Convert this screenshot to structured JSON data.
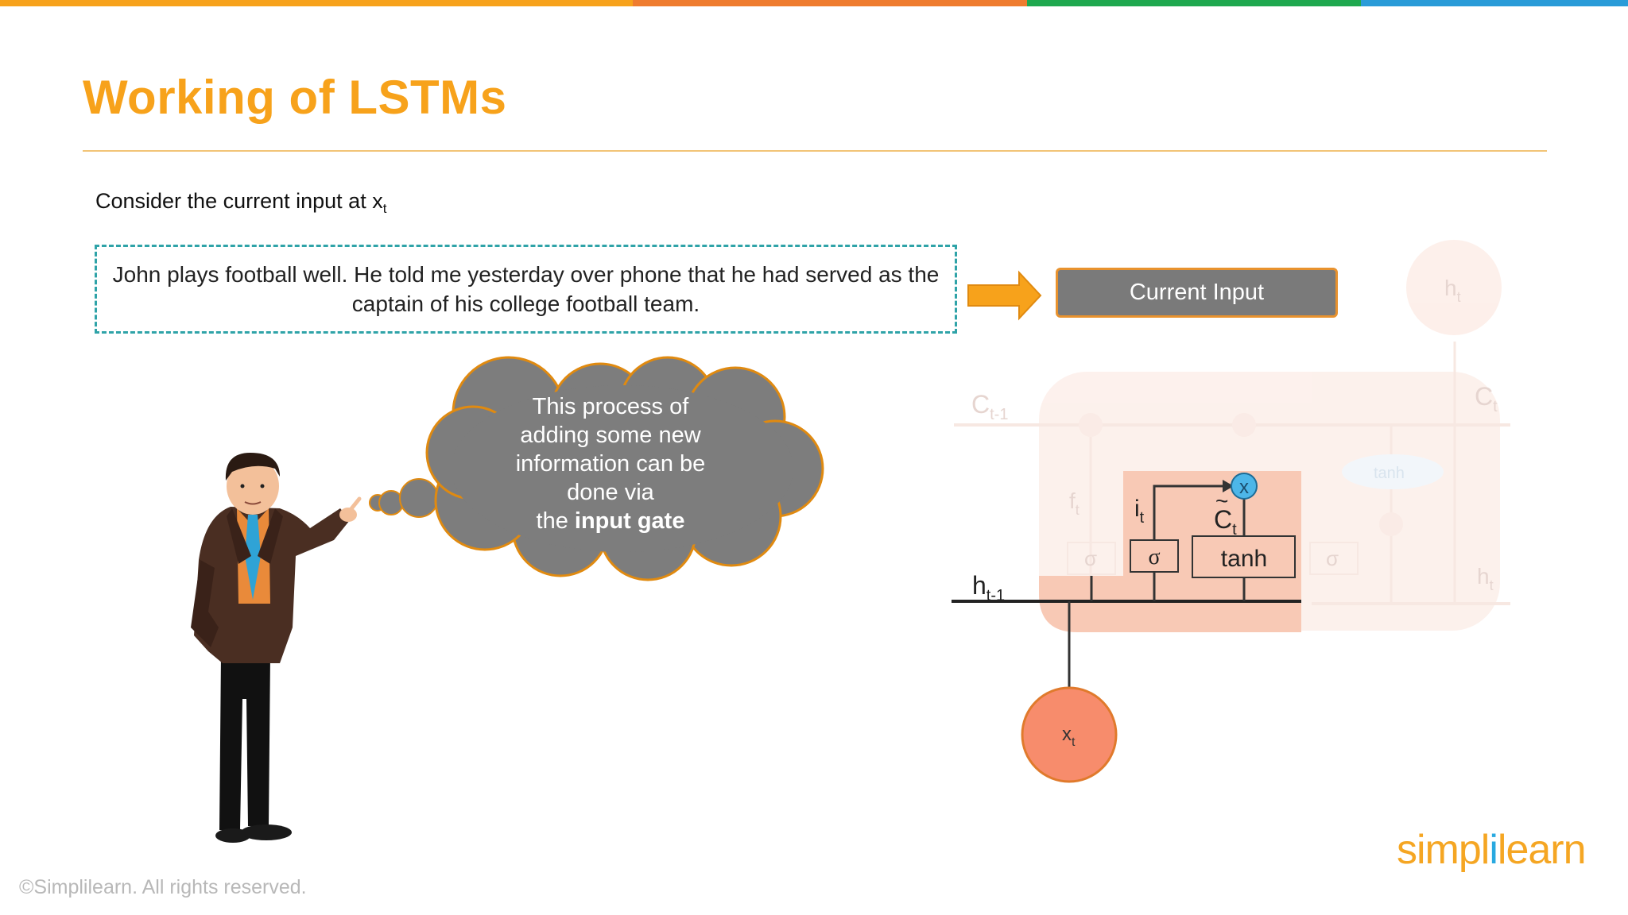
{
  "colors": {
    "title": "#F7A21B",
    "bar_orange": "#F7A21B",
    "bar_red": "#EF7C2F",
    "bar_green": "#1FA84F",
    "bar_blue": "#2A9BD8",
    "cloud": "#7D7D7D",
    "cell_highlight": "#F8C9B5",
    "input_node": "#F78C6C"
  },
  "slide": {
    "title": "Working of LSTMs",
    "intro": "Consider the current input at x",
    "intro_sub": "t",
    "sentence": "John plays football well. He told me yesterday over phone that he had served as the captain of his college football team.",
    "current_input_label": "Current Input"
  },
  "thought": {
    "line1": "This process of",
    "line2": "adding some new",
    "line3": "information can be",
    "line4": "done via",
    "line5_prefix": "the ",
    "line5_bold": "input gate"
  },
  "diagram": {
    "h_prev": "h",
    "h_prev_sub": "t-1",
    "i_label": "i",
    "i_sub": "t",
    "c_tilde": "C",
    "c_tilde_mark": "~",
    "c_sub": "t",
    "sigma": "σ",
    "tanh": "tanh",
    "multiply": "x",
    "x_input": "x",
    "x_input_sub": "t",
    "faded_c_prev": "C",
    "faded_c_prev_sub": "t-1",
    "faded_c_next": "C",
    "faded_c_next_sub": "t",
    "faded_f": "f",
    "faded_f_sub": "t",
    "faded_h_out": "h",
    "faded_h_out_sub": "t",
    "faded_h_top": "h",
    "faded_h_top_sub": "t",
    "faded_sigma_left": "σ",
    "faded_sigma_right": "σ",
    "faded_tanh": "tanh"
  },
  "footer": {
    "copyright": "©Simplilearn. All rights reserved.",
    "logo_a": "simpl",
    "logo_b": "i",
    "logo_c": "learn"
  }
}
